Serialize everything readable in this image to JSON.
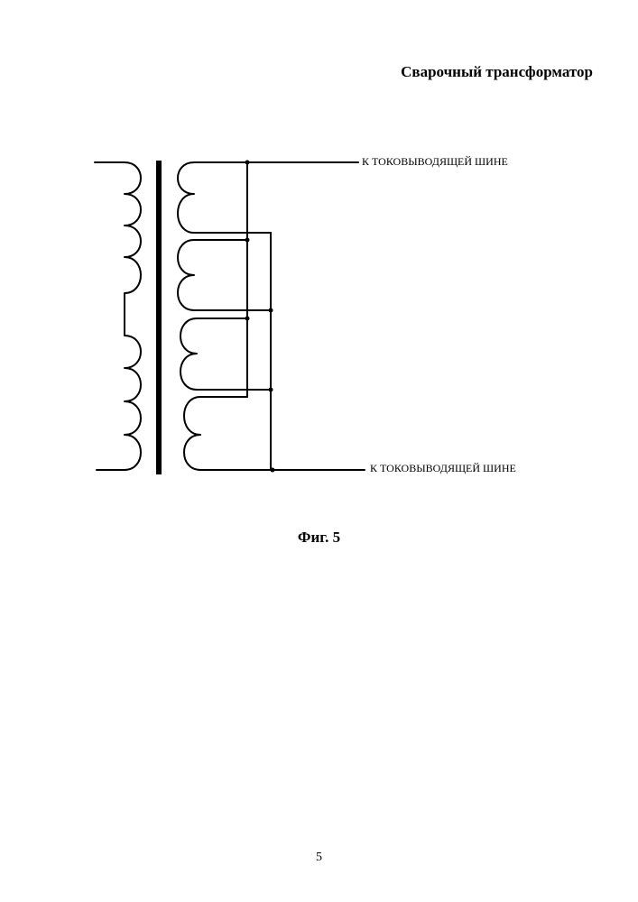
{
  "document": {
    "title": "Сварочный трансформатор",
    "figure_caption": "Фиг. 5",
    "page_number": "5"
  },
  "diagram": {
    "label_top": "К ТОКОВЫВОДЯЩЕЙ ШИНЕ",
    "label_bottom": "К ТОКОВЫВОДЯЩЕЙ ШИНЕ"
  }
}
